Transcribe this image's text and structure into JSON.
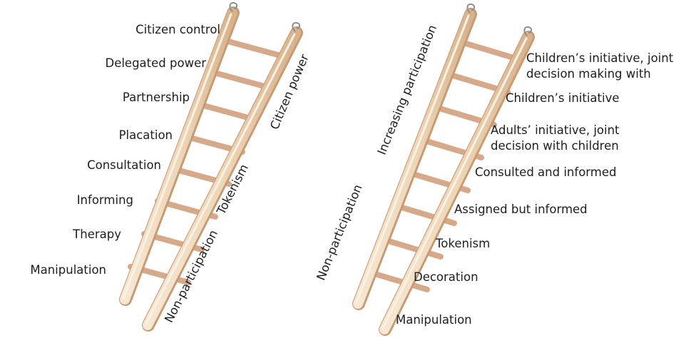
{
  "ladders": [
    {
      "rung_labels": [
        "Citizen control",
        "Delegated power",
        "Partnership",
        "Placation",
        "Consultation",
        "Informing",
        "Therapy",
        "Manipulation"
      ],
      "side_labels": [
        "Citizen power",
        "Tokenism",
        "Non-participation"
      ]
    },
    {
      "rung_labels": [
        [
          "Children’s initiative, joint",
          "decision making with"
        ],
        [
          "Children’s initiative"
        ],
        [
          "Adults’ initiative, joint",
          "decision with children"
        ],
        [
          "Consulted and informed"
        ],
        [
          "Assigned but informed"
        ],
        [
          "Tokenism"
        ],
        [
          "Decoration"
        ],
        [
          "Manipulation"
        ]
      ],
      "side_labels": [
        "Increasing participation",
        "Non-participation"
      ]
    }
  ],
  "colors": {
    "wood_light": "#f3dfc6",
    "wood_mid": "#e7c9a6",
    "wood_dark": "#c79a74",
    "rung": "#d6a98a",
    "rung_dark": "#b98363",
    "text": "#1e1e1e",
    "hook": "#8c8c8c"
  }
}
